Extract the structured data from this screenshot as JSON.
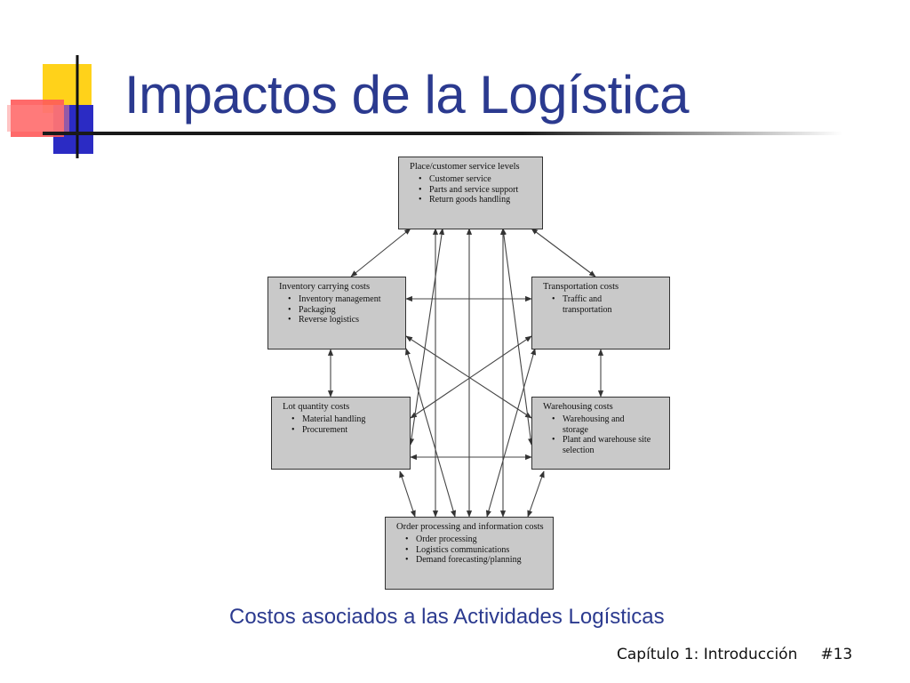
{
  "slide": {
    "title": "Impactos de la Logística",
    "caption": "Costos asociados a las Actividades Logísticas",
    "footer_chapter": "Capítulo 1: Introducción",
    "footer_page": "#13"
  },
  "colors": {
    "title": "#2b3a8f",
    "box_fill": "#c9c9c9",
    "deco_yellow": "#ffd21a",
    "deco_red": "#ff3b3b",
    "deco_blue": "#2b2bc4"
  },
  "diagram": {
    "top": {
      "title": "Place/customer service levels",
      "items": [
        "Customer service",
        "Parts and service support",
        "Return goods handling"
      ]
    },
    "inventory": {
      "title": "Inventory carrying costs",
      "items": [
        "Inventory management",
        "Packaging",
        "Reverse logistics"
      ]
    },
    "transportation": {
      "title": "Transportation costs",
      "items": [
        "Traffic and transportation"
      ]
    },
    "lot": {
      "title": "Lot quantity costs",
      "items": [
        "Material handling",
        "Procurement"
      ]
    },
    "warehousing": {
      "title": "Warehousing costs",
      "items": [
        "Warehousing and storage",
        "Plant and warehouse site selection"
      ]
    },
    "order": {
      "title": "Order processing and information costs",
      "items": [
        "Order processing",
        "Logistics communications",
        "Demand forecasting/planning"
      ]
    }
  }
}
